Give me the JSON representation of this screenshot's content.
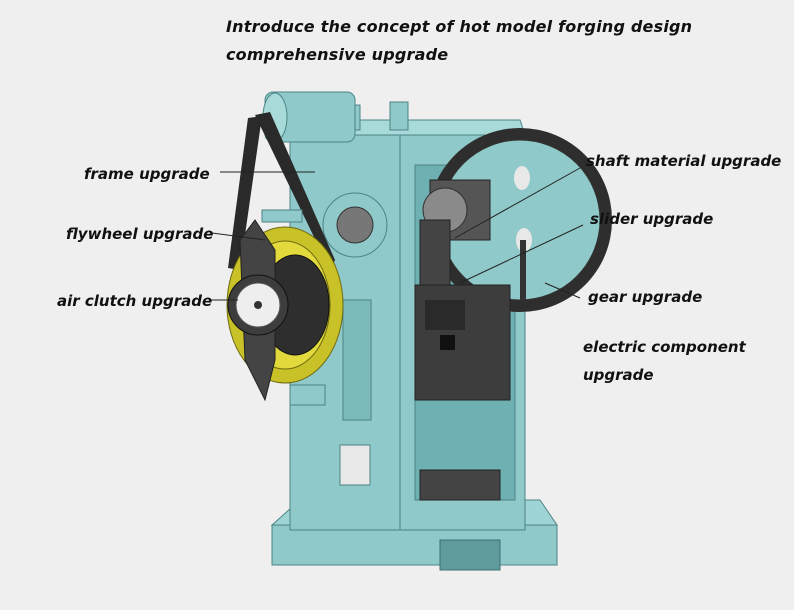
{
  "title": {
    "line1": "Introduce the concept of hot model forging design",
    "line2": "comprehensive upgrade"
  },
  "labels": {
    "frame": "frame upgrade",
    "flywheel": "flywheel upgrade",
    "air_clutch": "air clutch upgrade",
    "shaft": "shaft material upgrade",
    "slider": "slider upgrade",
    "gear": "gear upgrade",
    "electric_line1": "electric component",
    "electric_line2": "upgrade"
  },
  "colors": {
    "background": "#efefef",
    "frame": "#8fc9c9",
    "frame_dark": "#5f9b9d",
    "flywheel": "#c9c128",
    "gear": "#3a3a3a",
    "belt": "#2a2a2a"
  }
}
